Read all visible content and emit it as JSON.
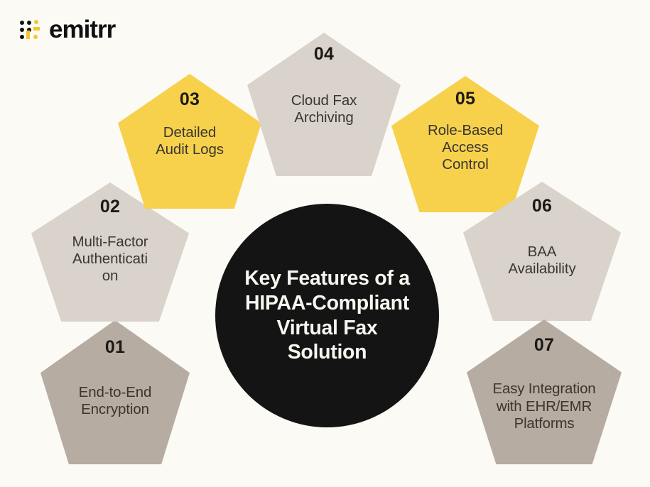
{
  "brand": {
    "name": "emitrr",
    "mark_icon": "emitrr-dot-grid-logo-icon",
    "colors": {
      "dark": "#111111",
      "accent": "#f3c62e"
    }
  },
  "background_color": "#fbfaf5",
  "center": {
    "title": "Key Features of a HIPAA-Compliant Virtual Fax Solution",
    "background_color": "#141414",
    "text_color": "#f7f5ef"
  },
  "palette": {
    "yellow": "#f7d14c",
    "light_grey": "#d9d3cc",
    "taupe": "#b6aca1",
    "number_text": "#1c1a17",
    "label_text": "#3a3631"
  },
  "features": [
    {
      "number": "01",
      "label": "End-to-End Encryption",
      "label_lines": [
        "End-to-End",
        "Encryption"
      ],
      "color": "#b6aca1",
      "color_name": "taupe"
    },
    {
      "number": "02",
      "label": "Multi-Factor Authentication",
      "label_lines": [
        "Multi-Factor",
        "Authenticati",
        "on"
      ],
      "color": "#d9d3cc",
      "color_name": "light_grey"
    },
    {
      "number": "03",
      "label": "Detailed Audit Logs",
      "label_lines": [
        "Detailed",
        "Audit Logs"
      ],
      "color": "#f7d14c",
      "color_name": "yellow"
    },
    {
      "number": "04",
      "label": "Cloud Fax Archiving",
      "label_lines": [
        "Cloud Fax",
        "Archiving"
      ],
      "color": "#d9d3cc",
      "color_name": "light_grey"
    },
    {
      "number": "05",
      "label": "Role-Based Access Control",
      "label_lines": [
        "Role-Based",
        "Access",
        "Control"
      ],
      "color": "#f7d14c",
      "color_name": "yellow"
    },
    {
      "number": "06",
      "label": "BAA Availability",
      "label_lines": [
        "BAA",
        "Availability"
      ],
      "color": "#d9d3cc",
      "color_name": "light_grey"
    },
    {
      "number": "07",
      "label": "Easy Integration with EHR/EMR Platforms",
      "label_lines": [
        "Easy Integration",
        "with EHR/EMR",
        "Platforms"
      ],
      "color": "#b6aca1",
      "color_name": "taupe"
    }
  ]
}
